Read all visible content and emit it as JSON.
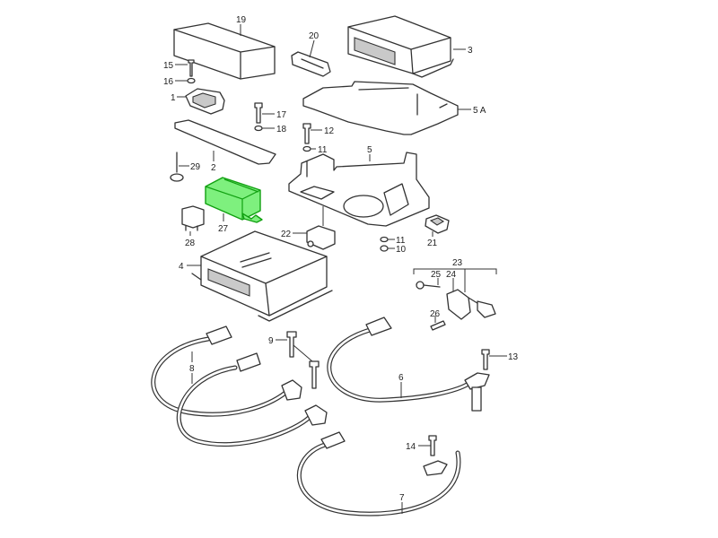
{
  "diagram": {
    "title": "",
    "highlight_color": "#7ef07e",
    "callouts": {
      "p1": "1",
      "p2": "2",
      "p3": "3",
      "p4": "4",
      "p5": "5",
      "p5a": "5 A",
      "p6": "6",
      "p7": "7",
      "p8": "8",
      "p9": "9",
      "p10": "10",
      "p11a": "11",
      "p11b": "11",
      "p12": "12",
      "p13": "13",
      "p14": "14",
      "p15": "15",
      "p16": "16",
      "p17": "17",
      "p18": "18",
      "p19": "19",
      "p20": "20",
      "p21": "21",
      "p22": "22",
      "p23": "23",
      "p24": "24",
      "p25": "25",
      "p26": "26",
      "p27": "27",
      "p28": "28",
      "p29": "29"
    },
    "highlighted_part": "27"
  }
}
